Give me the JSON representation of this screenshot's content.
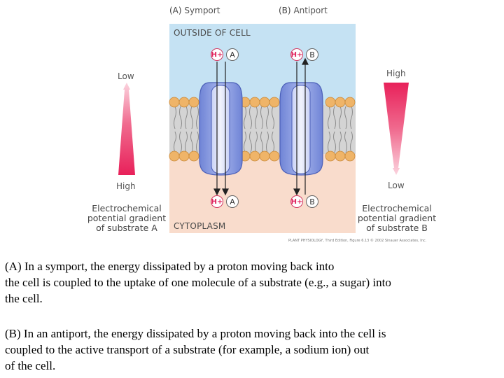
{
  "figure": {
    "panel_a_letter": "(A)",
    "panel_a_word": "Symport",
    "panel_b_letter": "(B)",
    "panel_b_word": "Antiport",
    "outside_label": "OUTSIDE OF CELL",
    "cytoplasm_label": "CYTOPLASM",
    "proton_label": "H+",
    "substrate_a_label": "A",
    "substrate_b_label": "B",
    "left_gradient": {
      "top_label": "Low",
      "bottom_label": "High",
      "caption_lines": [
        "Electrochemical",
        "potential gradient",
        "of substrate A"
      ]
    },
    "right_gradient": {
      "top_label": "High",
      "bottom_label": "Low",
      "caption_lines": [
        "Electrochemical",
        "potential gradient",
        "of substrate B"
      ]
    },
    "credit": "PLANT PHYSIOLOGY, Third Edition, Figure 6.13 © 2002 Sinauer Associates, Inc.",
    "colors": {
      "outside": "#c5e2f3",
      "cytoplasm": "#f9dccc",
      "lipid_head": "#efb468",
      "protein": "#8b9ee0",
      "gradient": "#e8215a"
    }
  },
  "caption": {
    "paragraph_a": [
      "(A) In a symport, the energy dissipated by a proton moving back into",
      "the cell is coupled to the uptake of one molecule of a substrate (e.g., a sugar) into",
      "the cell."
    ],
    "paragraph_b": [
      "(B) In an antiport, the energy dissipated by a proton moving back into the cell is",
      "coupled to the active transport of a substrate (for example, a sodium ion) out",
      "of the cell."
    ]
  }
}
